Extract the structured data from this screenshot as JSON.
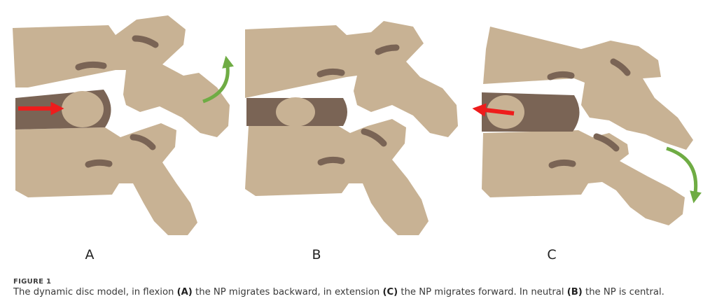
{
  "figure": {
    "panels": [
      {
        "letter": "A"
      },
      {
        "letter": "B"
      },
      {
        "letter": "C"
      }
    ],
    "colors": {
      "bone": "#c8b294",
      "disc": "#7a6455",
      "groove": "#7a6455",
      "red_arrow": "#ee1c1c",
      "green_arrow": "#6fac44"
    }
  },
  "caption": {
    "label": "FIGURE 1",
    "part1": "The dynamic disc model, in flexion ",
    "ref_a": "(A)",
    "part2": " the NP migrates backward, in extension ",
    "ref_c": "(C)",
    "part3": " the NP migrates forward. In neutral ",
    "ref_b": "(B)",
    "part4": " the NP is central."
  }
}
